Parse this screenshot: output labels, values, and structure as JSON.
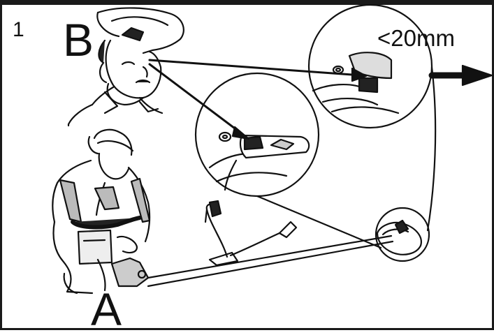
{
  "figure": {
    "number": "1",
    "label_top": "B",
    "label_bottom": "A",
    "measurement": "<20mm"
  },
  "icons": [
    "operator-head-icon",
    "kneeling-operator-icon",
    "brush-cutter-icon",
    "blade-guard-magnifier-icon",
    "direction-arrow-icon"
  ]
}
